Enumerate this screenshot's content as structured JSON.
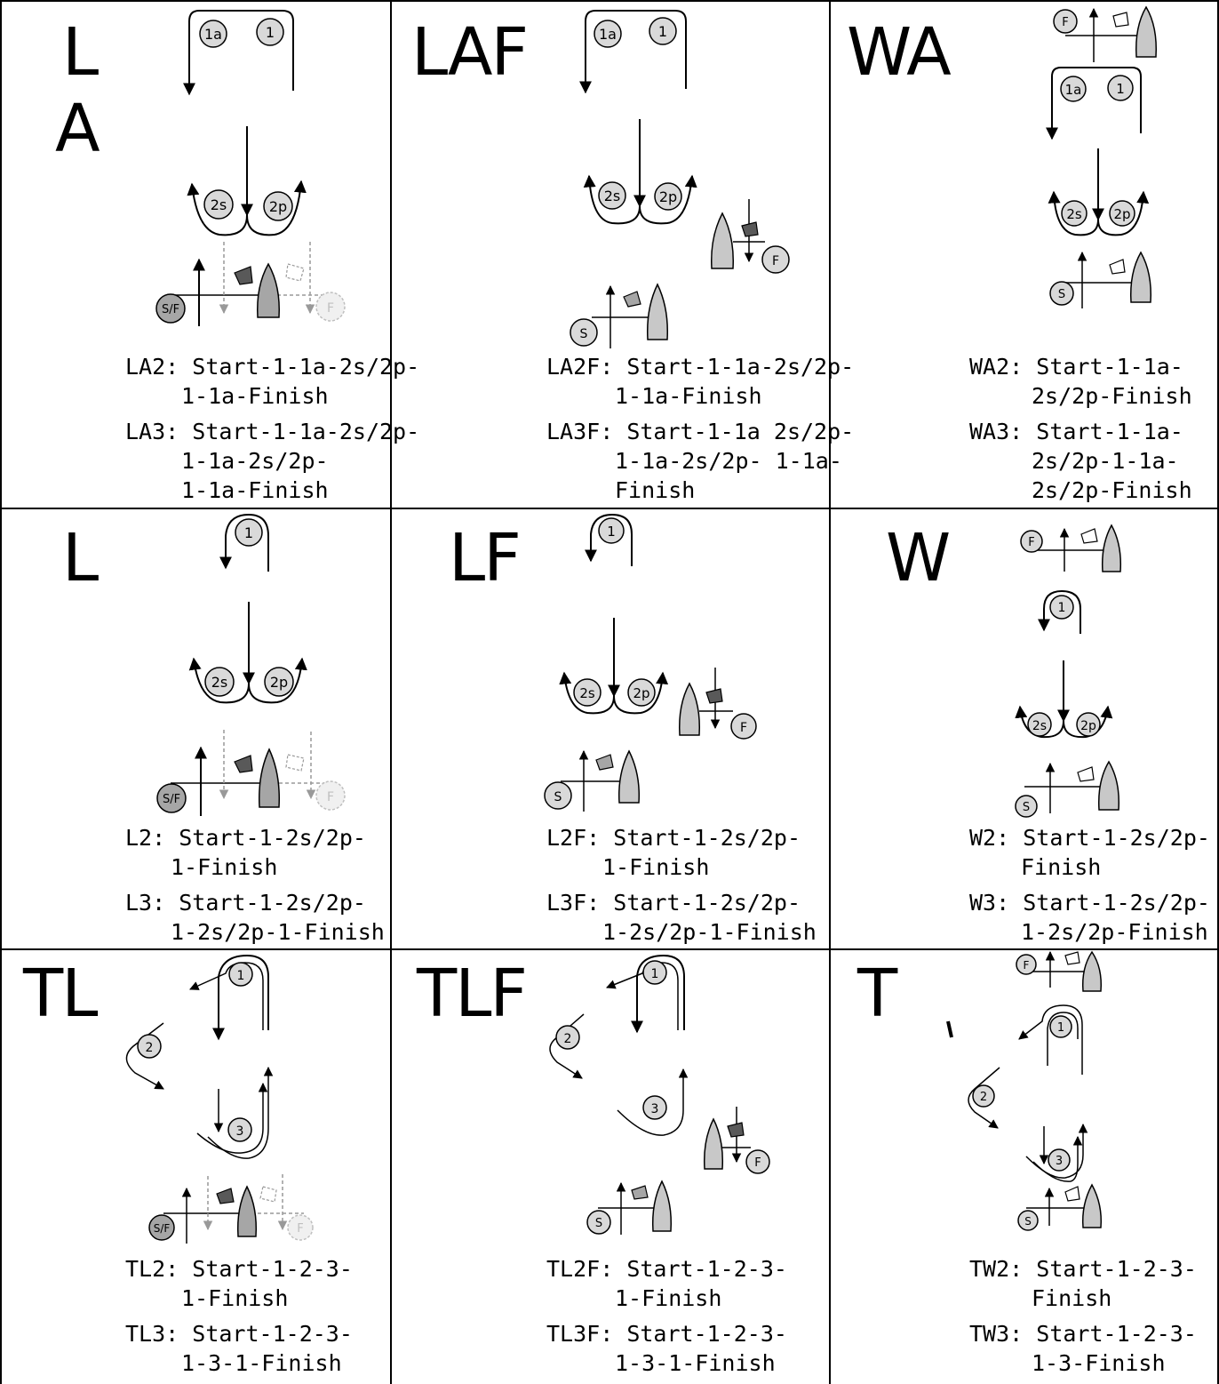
{
  "courses": [
    {
      "id": "LA",
      "codes": [
        "L",
        "A"
      ],
      "routes": [
        {
          "name": "LA2:",
          "lines": [
            "Start-1-1a-2s/2p-",
            "1-1a-Finish"
          ]
        },
        {
          "name": "LA3:",
          "lines": [
            "Start-1-1a-2s/2p-",
            "1-1a-2s/2p-",
            "1-1a-Finish"
          ]
        }
      ]
    },
    {
      "id": "LAF",
      "codes": [
        "LAF"
      ],
      "routes": [
        {
          "name": "LA2F:",
          "lines": [
            "Start-1-1a-2s/2p-",
            "1-1a-Finish"
          ]
        },
        {
          "name": "LA3F:",
          "lines": [
            "Start-1-1a 2s/2p-",
            "1-1a-2s/2p- 1-1a-",
            "Finish"
          ]
        }
      ]
    },
    {
      "id": "WA",
      "codes": [
        "WA"
      ],
      "routes": [
        {
          "name": "WA2:",
          "lines": [
            "Start-1-1a-",
            "2s/2p-Finish"
          ]
        },
        {
          "name": "WA3:",
          "lines": [
            "Start-1-1a-",
            "2s/2p-1-1a-",
            "2s/2p-Finish"
          ]
        }
      ]
    },
    {
      "id": "L",
      "codes": [
        "L"
      ],
      "routes": [
        {
          "name": "L2:",
          "lines": [
            "Start-1-2s/2p-",
            "1-Finish"
          ]
        },
        {
          "name": "L3:",
          "lines": [
            "Start-1-2s/2p-",
            "1-2s/2p-1-Finish"
          ]
        }
      ]
    },
    {
      "id": "LF",
      "codes": [
        "LF"
      ],
      "routes": [
        {
          "name": "L2F:",
          "lines": [
            "Start-1-2s/2p-",
            "1-Finish"
          ]
        },
        {
          "name": "L3F:",
          "lines": [
            "Start-1-2s/2p-",
            "1-2s/2p-1-Finish"
          ]
        }
      ]
    },
    {
      "id": "W",
      "codes": [
        "W"
      ],
      "routes": [
        {
          "name": "W2:",
          "lines": [
            "Start-1-2s/2p-",
            "Finish"
          ]
        },
        {
          "name": "W3:",
          "lines": [
            "Start-1-2s/2p-",
            "1-2s/2p-Finish"
          ]
        }
      ]
    },
    {
      "id": "TL",
      "codes": [
        "TL"
      ],
      "routes": [
        {
          "name": "TL2:",
          "lines": [
            "Start-1-2-3-",
            "1-Finish"
          ]
        },
        {
          "name": "TL3:",
          "lines": [
            "Start-1-2-3-",
            "1-3-1-Finish"
          ]
        }
      ]
    },
    {
      "id": "TLF",
      "codes": [
        "TLF"
      ],
      "routes": [
        {
          "name": "TL2F:",
          "lines": [
            "Start-1-2-3-",
            "1-Finish"
          ]
        },
        {
          "name": "TL3F:",
          "lines": [
            "Start-1-2-3-",
            "1-3-1-Finish"
          ]
        }
      ]
    },
    {
      "id": "T",
      "codes": [
        "T"
      ],
      "routes": [
        {
          "name": "TW2:",
          "lines": [
            "Start-1-2-3-",
            "Finish"
          ]
        },
        {
          "name": "TW3:",
          "lines": [
            "Start-1-2-3-",
            "1-3-Finish"
          ]
        }
      ]
    }
  ],
  "marks": {
    "m1": "1",
    "m1a": "1a",
    "m2s": "2s",
    "m2p": "2p",
    "m2": "2",
    "m3": "3",
    "sf": "S/F",
    "s": "S",
    "f": "F"
  },
  "colors": {
    "mark_fill": "#d9d9d9",
    "sf_fill": "#a6a6a6",
    "boat_fill": "#c8c8c8",
    "flag_dark": "#595959",
    "ghost": "#bfbfbf"
  }
}
